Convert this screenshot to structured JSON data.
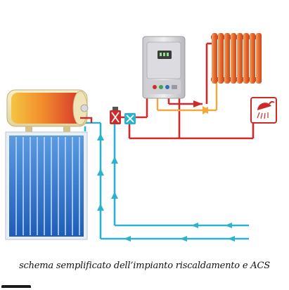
{
  "caption": "schema semplificato dell’impianto riscaldamento e ACS",
  "components": {
    "tank": "solar-storage-tank",
    "boiler": "wall-mounted-boiler",
    "radiator": "radiator",
    "collector": "flat-plate-solar-collector",
    "shower": "shower-icon"
  },
  "colors": {
    "hot_pipe": "#cf2a2a",
    "cold_pipe": "#2bb2cc",
    "return_pipe": "#f0a93a",
    "panel_blue": "#2b6dc0",
    "radiator_orange": "#e36a2e",
    "boiler_body": "#d9d9dc"
  }
}
